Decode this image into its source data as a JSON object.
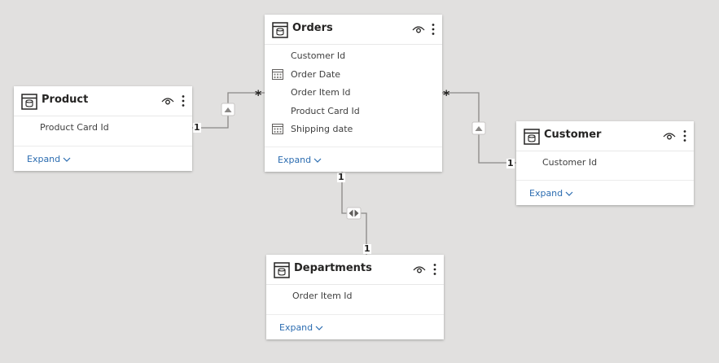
{
  "tables": {
    "product": {
      "title": "Product",
      "fields": [
        "Product Card Id"
      ],
      "expand_label": "Expand"
    },
    "orders": {
      "title": "Orders",
      "fields": [
        {
          "label": "Customer Id",
          "icon": ""
        },
        {
          "label": "Order Date",
          "icon": "calendar-icon"
        },
        {
          "label": "Order Item Id",
          "icon": ""
        },
        {
          "label": "Product Card Id",
          "icon": ""
        },
        {
          "label": "Shipping date",
          "icon": "calendar-icon"
        }
      ],
      "expand_label": "Expand"
    },
    "customer": {
      "title": "Customer",
      "fields": [
        "Customer Id"
      ],
      "expand_label": "Expand"
    },
    "departments": {
      "title": "Departments",
      "fields": [
        "Order Item Id"
      ],
      "expand_label": "Expand"
    }
  },
  "relationships": {
    "product_orders": {
      "one_label": "1",
      "many_label": "*",
      "direction": "single-filter-arrow"
    },
    "orders_customer": {
      "one_label": "1",
      "many_label": "*",
      "direction": "single-filter-arrow"
    },
    "orders_departments": {
      "top_label": "1",
      "bottom_label": "1",
      "direction": "bidirectional-filter-arrow"
    }
  },
  "colors": {
    "canvas": "#e1e0df",
    "card": "#ffffff",
    "link": "#2b6cb0",
    "connector": "#8a8886"
  }
}
